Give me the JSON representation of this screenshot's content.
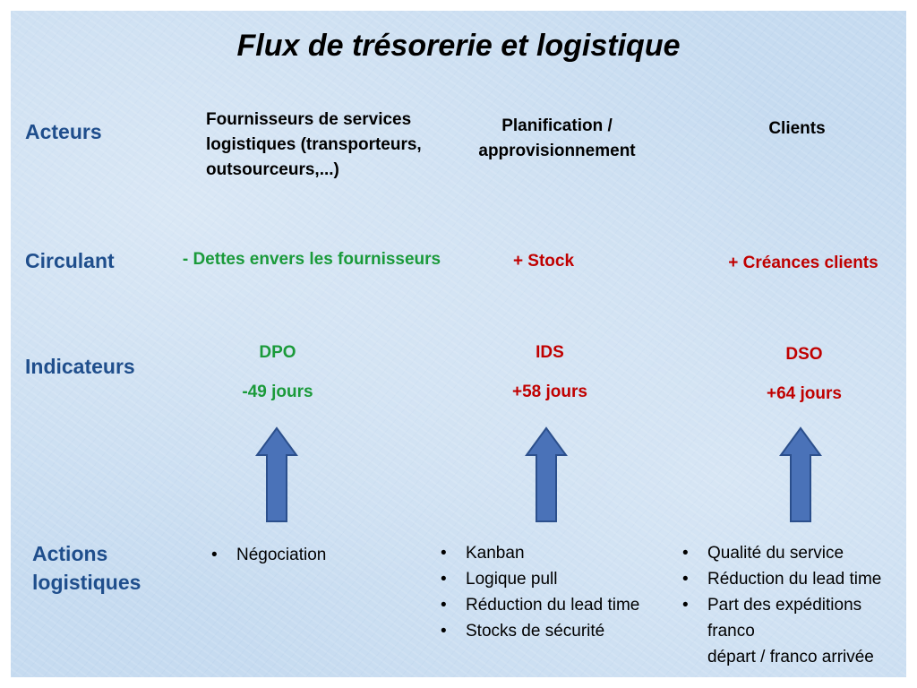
{
  "title": "Flux de trésorerie et logistique",
  "rows": {
    "acteurs": "Acteurs",
    "circulant": "Circulant",
    "indicateurs": "Indicateurs",
    "actions_line1": "Actions",
    "actions_line2": "logistiques"
  },
  "columns": [
    {
      "acteur_lines": [
        "Fournisseurs de services",
        "logistiques (transporteurs,",
        "outsourceurs,...)"
      ],
      "circulant": "- Dettes envers les fournisseurs",
      "indicateur": "DPO",
      "valeur": "-49 jours",
      "actions": [
        "Négociation"
      ]
    },
    {
      "acteur_lines": [
        "Planification /",
        "approvisionnement"
      ],
      "circulant": "+ Stock",
      "indicateur": "IDS",
      "valeur": "+58 jours",
      "actions": [
        "Kanban",
        "Logique pull",
        "Réduction du lead time",
        "Stocks de sécurité"
      ]
    },
    {
      "acteur_lines": [
        "Clients"
      ],
      "circulant": "+ Créances clients",
      "indicateur": "DSO",
      "valeur": "+64 jours",
      "actions": [
        "Qualité du service",
        "Réduction du lead time",
        "Part des expéditions franco",
        "départ / franco arrivée"
      ]
    }
  ],
  "bullet": "•",
  "colors": {
    "row_label": "#1f4e8c",
    "positive_green": "#1a9a3a",
    "negative_red": "#c00000",
    "arrow_fill": "#4a72b8",
    "arrow_stroke": "#2b4f8c",
    "background": "#c6dbf0"
  },
  "icons": {
    "arrow": "up-arrow-icon"
  }
}
